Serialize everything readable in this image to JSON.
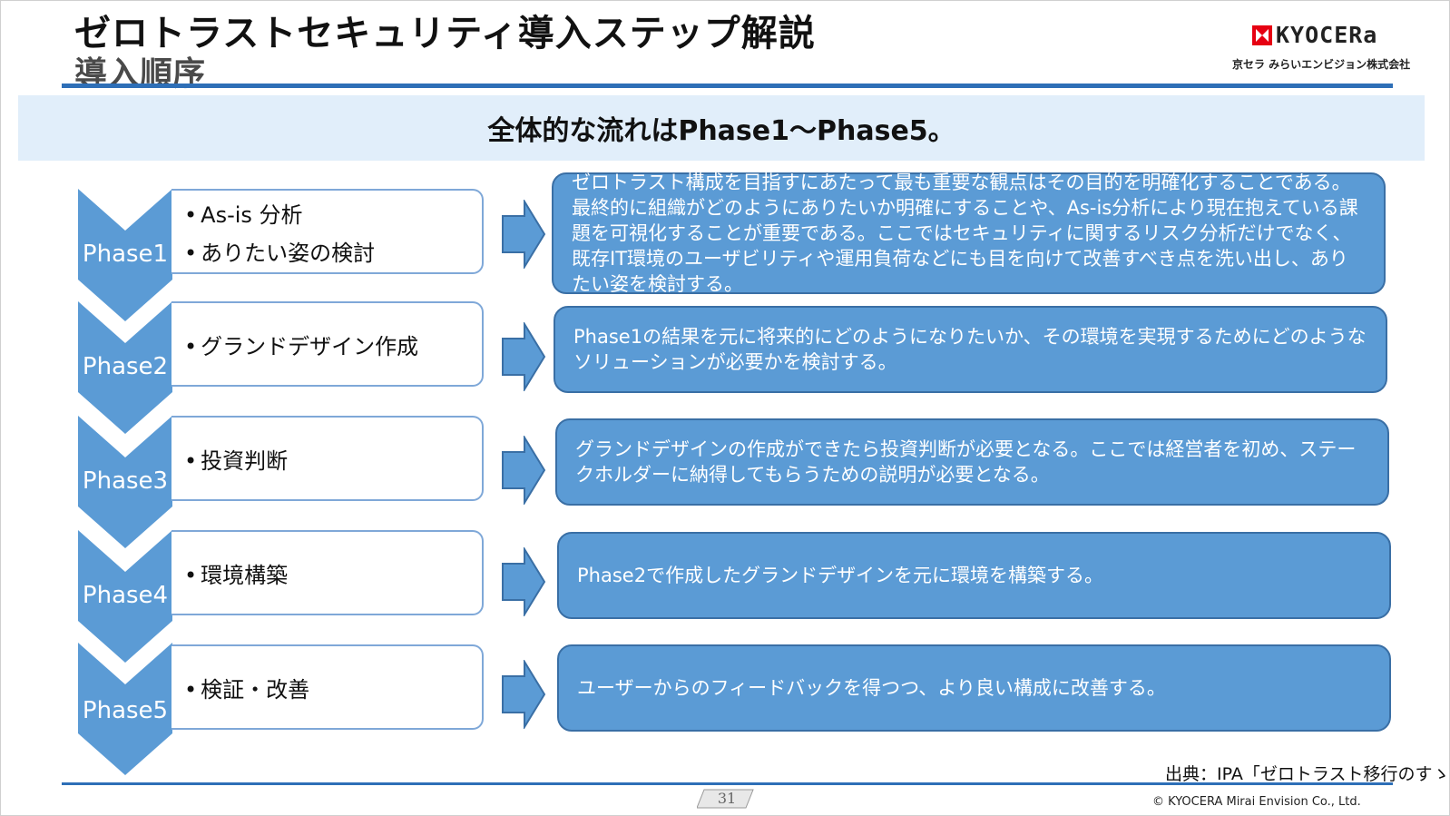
{
  "header": {
    "title": "ゼロトラストセキュリティ導入ステップ解説",
    "subtitle": "導入順序"
  },
  "logo": {
    "word": "KYOCERa",
    "sub": "京セラ みらいエンビジョン株式会社"
  },
  "banner": {
    "text": "全体的な流れはPhase1～Phase5。"
  },
  "phases": [
    {
      "label": "Phase1",
      "items": [
        "As-is 分析",
        "ありたい姿の検討"
      ],
      "description": "ゼロトラスト構成を目指すにあたって最も重要な観点はその目的を明確化することである。最終的に組織がどのようにありたいか明確にすることや、As-is分析により現在抱えている課題を可視化することが重要である。ここではセキュリティに関するリスク分析だけでなく、既存IT環境のユーザビリティや運用負荷などにも目を向けて改善すべき点を洗い出し、ありたい姿を検討する。"
    },
    {
      "label": "Phase2",
      "items": [
        "グランドデザイン作成"
      ],
      "description": "Phase1の結果を元に将来的にどのようになりたいか、その環境を実現するためにどのようなソリューションが必要かを検討する。"
    },
    {
      "label": "Phase3",
      "items": [
        "投資判断"
      ],
      "description": "グランドデザインの作成ができたら投資判断が必要となる。ここでは経営者を初め、ステークホルダーに納得してもらうための説明が必要となる。"
    },
    {
      "label": "Phase4",
      "items": [
        "環境構築"
      ],
      "description": "Phase2で作成したグランドデザインを元に環境を構築する。"
    },
    {
      "label": "Phase5",
      "items": [
        "検証・改善"
      ],
      "description": "ユーザーからのフィードバックを得つつ、より良い構成に改善する。"
    }
  ],
  "footer": {
    "source": "出典：IPA「ゼロトラスト移行のすゝめ」",
    "page_number": "31",
    "copyright": "© KYOCERA Mirai Envision Co., Ltd."
  },
  "colors": {
    "accent_blue": "#5b9bd5",
    "rule_blue": "#2e6fb7",
    "banner_bg": "#e1eefa"
  }
}
